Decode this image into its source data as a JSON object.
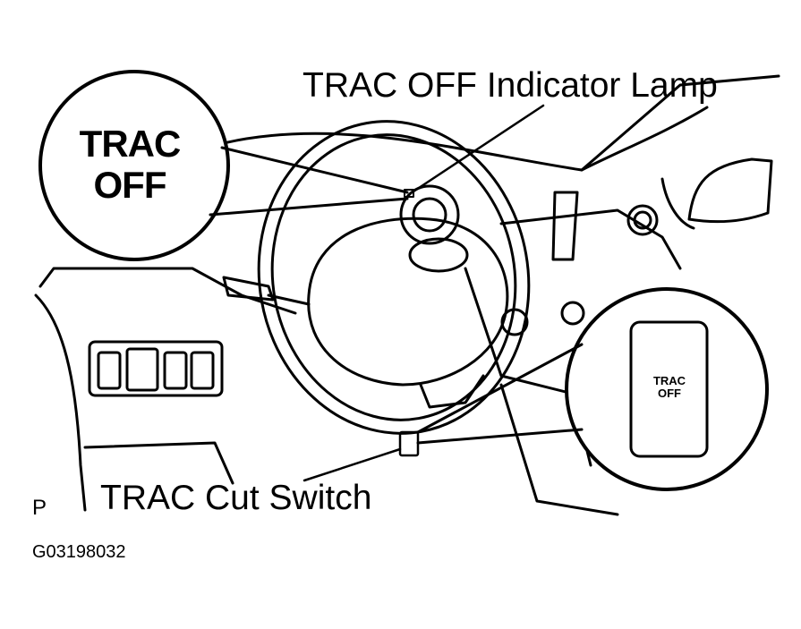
{
  "labels": {
    "indicator_lamp": "TRAC OFF Indicator Lamp",
    "cut_switch": "TRAC Cut Switch",
    "p_mark": "P",
    "figure_code": "G03198032"
  },
  "lamp_face": {
    "line1": "TRAC",
    "line2": "OFF"
  },
  "switch_face": {
    "line1": "TRAC",
    "line2": "OFF"
  }
}
